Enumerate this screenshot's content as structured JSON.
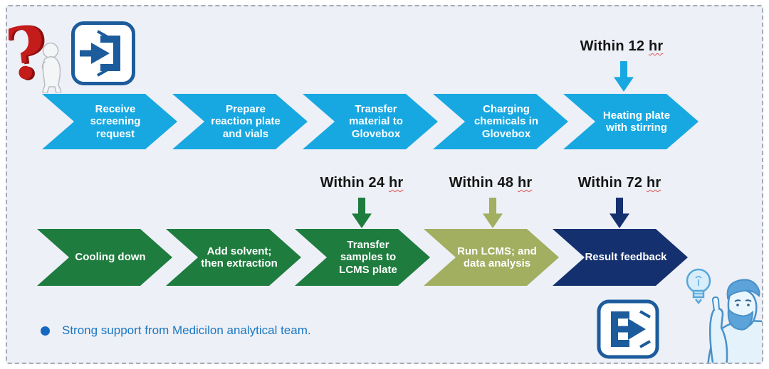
{
  "flow": {
    "row1": {
      "color": "#17a8e2",
      "steps": [
        {
          "label": "Receive screening request"
        },
        {
          "label": "Prepare reaction plate and vials"
        },
        {
          "label": "Transfer material to Glovebox"
        },
        {
          "label": "Charging chemicals in Glovebox"
        },
        {
          "label": "Heating plate with stirring"
        }
      ]
    },
    "row2": {
      "steps": [
        {
          "label": "Cooling down",
          "color": "#1e7c3e"
        },
        {
          "label": "Add solvent; then extraction",
          "color": "#1e7c3e"
        },
        {
          "label": "Transfer samples to LCMS plate",
          "color": "#1e7c3e"
        },
        {
          "label": "Run LCMS; and data analysis",
          "color": "#a2ae60"
        },
        {
          "label": "Result feedback",
          "color": "#15306e"
        }
      ]
    }
  },
  "timings": [
    {
      "prefix": "Within 12",
      "unit": "hr",
      "color": "#17a8e2",
      "points_to": "Heating plate with stirring"
    },
    {
      "prefix": "Within 24",
      "unit": "hr",
      "color": "#1e7c3e",
      "points_to": "Transfer samples to LCMS plate"
    },
    {
      "prefix": "Within 48",
      "unit": "hr",
      "color": "#a2ae60",
      "points_to": "Run LCMS; and data analysis"
    },
    {
      "prefix": "Within 72",
      "unit": "hr",
      "color": "#15306e",
      "points_to": "Result feedback"
    }
  ],
  "footer": {
    "note": "Strong support from Medicilon analytical team."
  },
  "icons": {
    "top_left": [
      "question-figure-icon",
      "enter-icon"
    ],
    "bottom_right": [
      "exit-icon",
      "idea-person-icon"
    ]
  },
  "colors": {
    "background": "#edf0f6",
    "dashed_border": "#a6acb6",
    "icon_blue": "#1c5c9c",
    "note_text": "#1b77c3",
    "timing_text": "#151515",
    "squiggle_red": "#e05252"
  }
}
